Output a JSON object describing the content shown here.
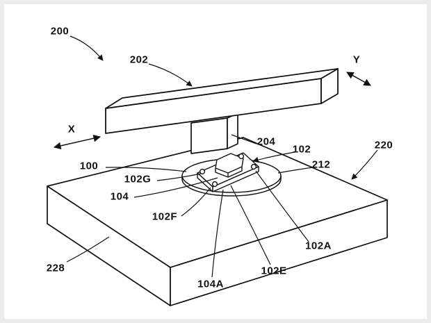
{
  "labels": {
    "n200": "200",
    "n202": "202",
    "axis_y": "Y",
    "axis_x": "X",
    "n204": "204",
    "n102": "102",
    "n220": "220",
    "n100": "100",
    "n102g": "102G",
    "n212": "212",
    "n104": "104",
    "n102f": "102F",
    "n102a": "102A",
    "n228": "228",
    "n102e": "102E",
    "n104a": "104A"
  },
  "colors": {
    "line": "#111111",
    "canvas": "#ffffff",
    "page_margin": "#ececec"
  }
}
